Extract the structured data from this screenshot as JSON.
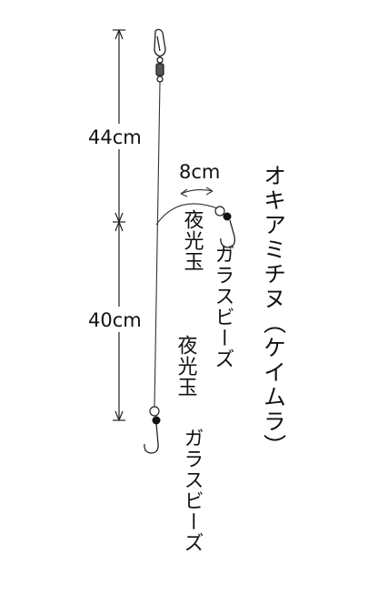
{
  "title": "オキアミチヌ（ケイムラ）",
  "dimensions": {
    "upper_length": "44cm",
    "lower_length": "40cm",
    "branch_length": "8cm"
  },
  "parts": {
    "upper_glow_label": "夜光玉",
    "upper_bead_label": "ガラスビーズ",
    "lower_glow_label": "夜光玉",
    "lower_bead_label": "ガラスビーズ"
  },
  "colors": {
    "line": "#333333",
    "glow_bead": "#ffffff",
    "glass_bead": "#111111"
  }
}
